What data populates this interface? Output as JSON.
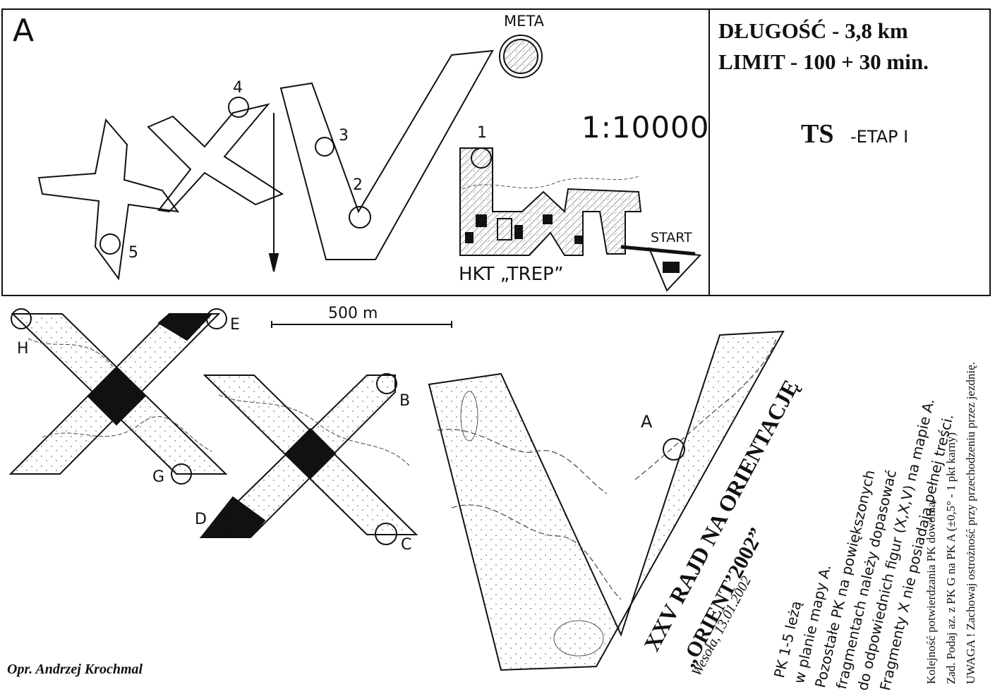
{
  "map_a": {
    "label": "A",
    "meta_label": "META",
    "start_label": "START",
    "scale": "1:10000",
    "club": "HKT „TREP”",
    "controls": [
      "1",
      "2",
      "3",
      "4",
      "5"
    ]
  },
  "info": {
    "length": "DŁUGOŚĆ - 3,8 km",
    "limit": "LIMIT - 100 + 30 min.",
    "category": "TS",
    "stage": "-ETAP I"
  },
  "fragments": {
    "scale_bar": "500 m",
    "controls": [
      "H",
      "E",
      "G",
      "B",
      "D",
      "C",
      "A"
    ]
  },
  "event": {
    "title": "XXV RAJD NA ORIENTACJĘ",
    "name": "„ORIENT’2002”",
    "place_date": "Wesoła, 13.01.2002"
  },
  "instructions": [
    "PK 1-5 leżą",
    "w planie mapy A.",
    "Pozostałe PK na powiększonych",
    "fragmentach należy dopasować",
    "do odpowiednich figur (X,X,V) na mapie A.",
    "Fragmenty X nie posiadają pełnej treści."
  ],
  "notes": [
    "Kolejność potwierdzania PK dowolna.",
    "Zad. Podaj az. z PK G na PK A (±0,5° - 1 pkt karny)",
    "UWAGA ! Zachowaj ostrożność przy przechodzeniu przez jezdnię."
  ],
  "author": "Opr. Andrzej Krochmal"
}
